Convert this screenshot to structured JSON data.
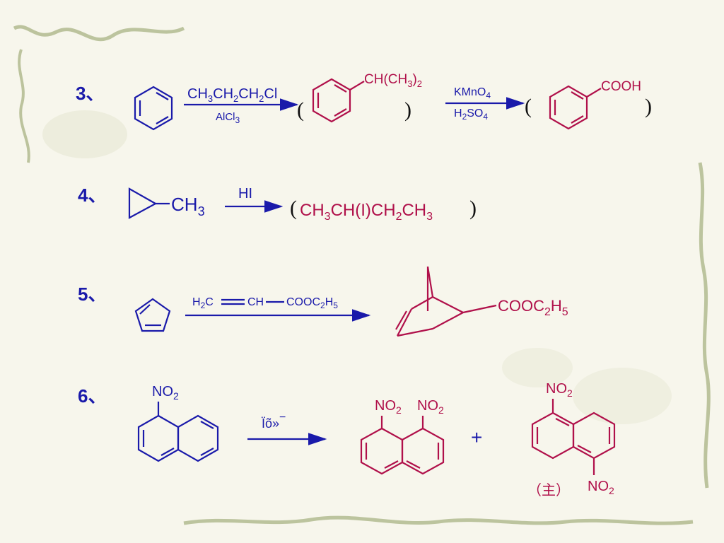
{
  "colors": {
    "background": "#f7f6ec",
    "reagent_blue": "#1a1aaa",
    "product_red": "#b0104a",
    "vine_green": "#8c9a5e"
  },
  "reactions": [
    {
      "number": "3、",
      "reactant": "benzene",
      "reagent_top": [
        "CH",
        "3",
        "CH",
        "2",
        "CH",
        "2",
        "Cl"
      ],
      "reagent_bottom": [
        "AlCl",
        "3"
      ],
      "intermediate_substituent": [
        "CH(CH",
        "3",
        ")",
        "2"
      ],
      "reagent2_top": [
        "KMnO",
        "4"
      ],
      "reagent2_bottom": [
        "H",
        "2",
        "SO",
        "4"
      ],
      "product_substituent": "COOH"
    },
    {
      "number": "4、",
      "reactant_group": [
        "CH",
        "3"
      ],
      "reagent": "HI",
      "product": [
        "CH",
        "3",
        "CH(I)CH",
        "2",
        "CH",
        "3"
      ]
    },
    {
      "number": "5、",
      "reagent_parts": [
        "H",
        "2",
        "C",
        "CH",
        "COOC",
        "2",
        "H",
        "5"
      ],
      "product_substituent": [
        "COOC",
        "2",
        "H",
        "5"
      ]
    },
    {
      "number": "6、",
      "reactant_group": [
        "NO",
        "2"
      ],
      "reagent": "Ïõ»",
      "reagent_charge": "−",
      "product1_groups": [
        [
          "NO",
          "2"
        ],
        [
          "NO",
          "2"
        ]
      ],
      "plus": "+",
      "product2_groups": [
        [
          "NO",
          "2"
        ],
        [
          "NO",
          "2"
        ]
      ],
      "major_label": "（主）"
    }
  ]
}
